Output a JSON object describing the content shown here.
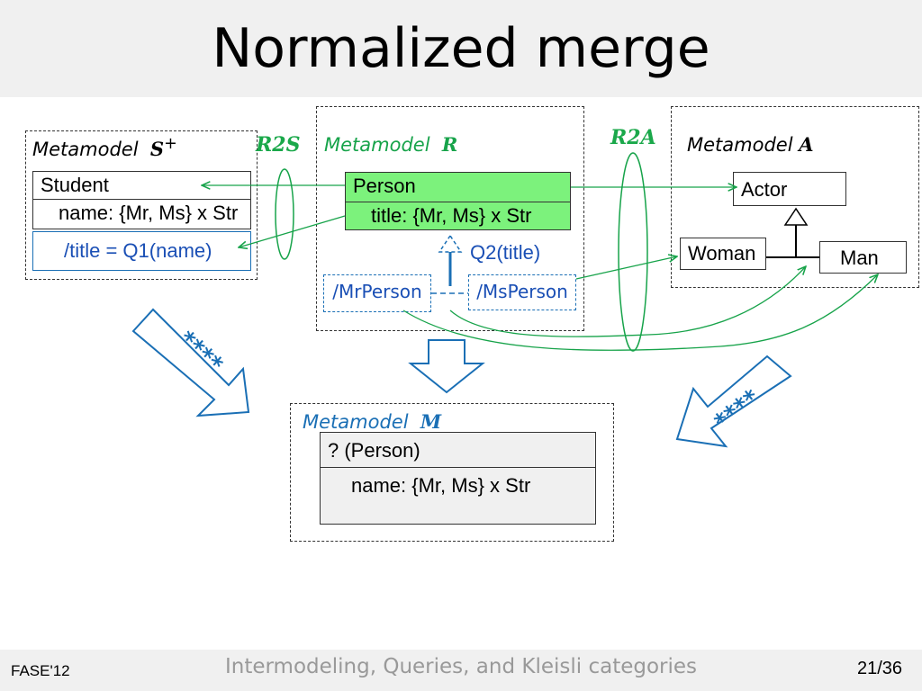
{
  "title": "Normalized merge",
  "metamodel_s": {
    "label": "Metamodel",
    "symbol": "S",
    "sup": "+"
  },
  "metamodel_r": {
    "label": "Metamodel",
    "symbol": "R"
  },
  "metamodel_a": {
    "label": "Metamodel",
    "symbol": "A"
  },
  "metamodel_m": {
    "label": "Metamodel",
    "symbol": "M"
  },
  "r2s": "R2S",
  "r2a": "R2A",
  "student": {
    "name": "Student",
    "attr": "name: {Mr, Ms} x Str",
    "derived": "/title = Q1(name)"
  },
  "person": {
    "name": "Person",
    "attr": "title: {Mr, Ms} x Str"
  },
  "q2": "Q2(title)",
  "mrperson": "/MrPerson",
  "msperson": "/MsPerson",
  "actor": "Actor",
  "woman": "Woman",
  "man": "Man",
  "merged": {
    "name": "? (Person)",
    "attr": "name: {Mr, Ms} x Str"
  },
  "stars_left": "****",
  "stars_right": "****",
  "footer": {
    "left": "FASE'12",
    "mid": "Intermodeling, Queries, and Kleisli categories",
    "right": "21/36"
  },
  "colors": {
    "green_fill": "#7cf27c",
    "green_line": "#17a34a",
    "blue": "#1a6fb5"
  }
}
